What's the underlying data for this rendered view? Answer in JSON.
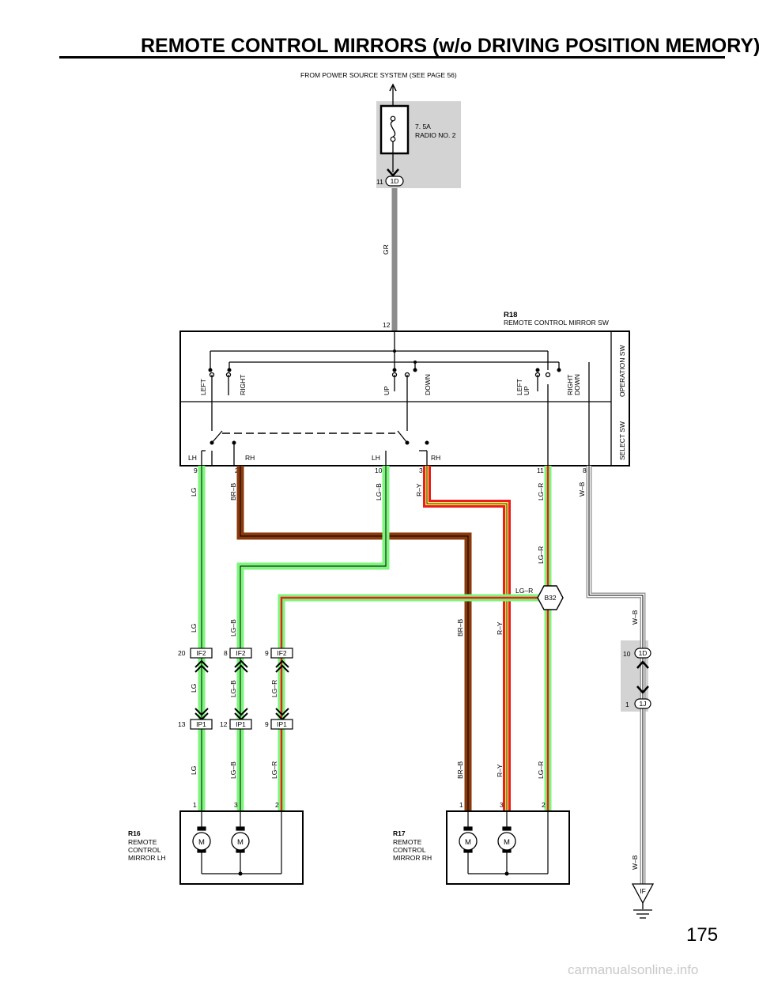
{
  "page": {
    "title": "REMOTE CONTROL MIRRORS (w/o DRIVING POSITION MEMORY)",
    "page_number": "175",
    "watermark": "carmanualsonline.info"
  },
  "diagram": {
    "source_note": "FROM POWER SOURCE SYSTEM (SEE PAGE 56)",
    "fuse": {
      "rating": "7. 5A",
      "name": "RADIO NO. 2"
    },
    "connector_top": {
      "code": "1D",
      "pin": "11"
    },
    "switch": {
      "id": "R18",
      "name": "REMOTE CONTROL MIRROR SW",
      "input_pin": "12",
      "section_operation": "OPERATION SW",
      "section_select": "SELECT SW",
      "op_labels": [
        "LEFT",
        "RIGHT",
        "UP",
        "DOWN",
        "LEFT",
        "UP",
        "RIGHT",
        "DOWN"
      ],
      "select_labels": [
        "LH",
        "RH",
        "LH",
        "RH"
      ],
      "pins": [
        "9",
        "2",
        "10",
        "3",
        "11",
        "8"
      ]
    },
    "wires": {
      "gr": "GR",
      "lg": "LG",
      "br_b": "BR–B",
      "lg_b": "LG–B",
      "r_y": "R–Y",
      "lg_r": "LG–R",
      "w_b": "W–B"
    },
    "junction": "B32",
    "connectors_if2": {
      "code": "IF2",
      "pins": [
        "20",
        "8",
        "9"
      ]
    },
    "connectors_ip1": {
      "code": "IP1",
      "pins": [
        "13",
        "12",
        "9"
      ]
    },
    "junction_1d": {
      "code": "1D",
      "pin": "10"
    },
    "junction_1j": {
      "code": "1J",
      "pin": "1"
    },
    "ground": "IF",
    "motor_symbol": "M",
    "mirror_lh": {
      "id": "R16",
      "line1": "REMOTE",
      "line2": "CONTROL",
      "line3": "MIRROR LH",
      "pins": [
        "1",
        "3",
        "2"
      ]
    },
    "mirror_rh": {
      "id": "R17",
      "line1": "REMOTE",
      "line2": "CONTROL",
      "line3": "MIRROR RH",
      "pins": [
        "1",
        "3",
        "2"
      ]
    }
  },
  "colors": {
    "lg": "#7cf77c",
    "gr": "#8c8c8c",
    "br": "#8a3a0a",
    "red": "#ee1c1c",
    "yellow": "#f7e654",
    "shade": "#d3d3d3"
  }
}
